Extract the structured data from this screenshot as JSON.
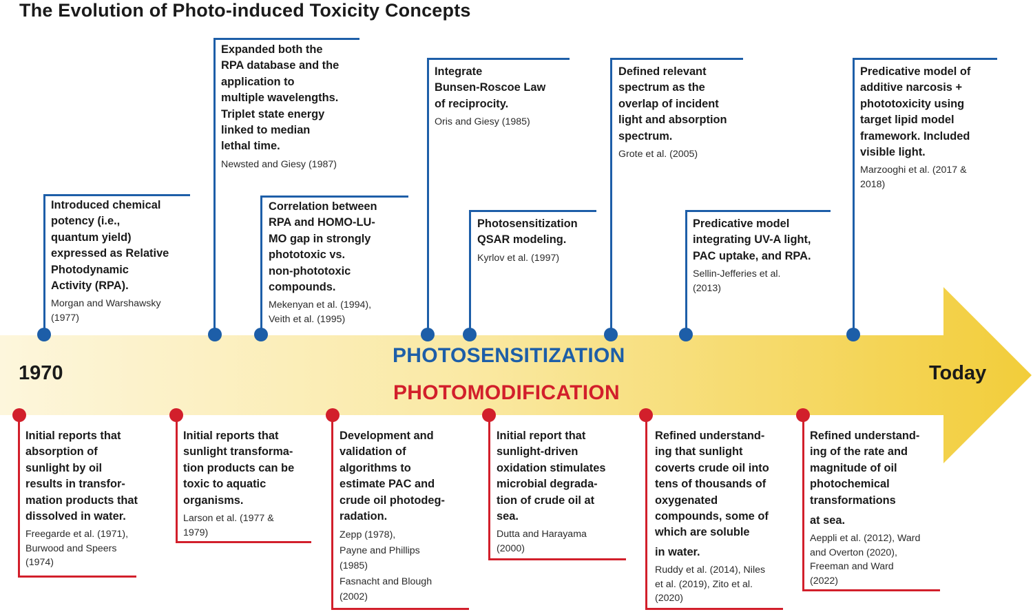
{
  "title": "The Evolution of Photo-induced Toxicity Concepts",
  "axis": {
    "start_label": "1970",
    "end_label": "Today",
    "photosensitization_label": "PHOTOSENSITIZATION",
    "photomodification_label": "PHOTOMODIFICATION"
  },
  "colors": {
    "photosensitization": "#1d5ea8",
    "photomodification": "#d21f2b",
    "arrow_light": "#fdf6dc",
    "arrow_dark": "#f2cd3a"
  },
  "photosensitization_events": [
    {
      "description": [
        "Introduced chemical",
        "potency (i.e.,",
        "quantum yield)",
        "expressed as Relative",
        "Photodynamic",
        "Activity (RPA)."
      ],
      "reference": [
        "Morgan and Warshawsky",
        "(1977)"
      ]
    },
    {
      "description": [
        "Expanded both the",
        "RPA database and the",
        "application to",
        "multiple wavelengths.",
        "Triplet state energy",
        "linked to median",
        "lethal time."
      ],
      "reference": [
        "Newsted and Giesy (1987)"
      ]
    },
    {
      "description": [
        "Correlation between",
        "RPA and HOMO-LU-",
        "MO gap in strongly",
        "phototoxic vs.",
        "non-phototoxic",
        "compounds."
      ],
      "reference": [
        "Mekenyan et al. (1994),",
        "Veith et al. (1995)"
      ]
    },
    {
      "description": [
        "Integrate",
        "Bunsen-Roscoe Law",
        "of reciprocity."
      ],
      "reference": [
        "Oris and Giesy (1985)"
      ]
    },
    {
      "description": [
        "Photosensitization",
        "QSAR modeling."
      ],
      "reference": [
        "Kyrlov et al. (1997)"
      ]
    },
    {
      "description": [
        "Defined relevant",
        "spectrum as the",
        "overlap of incident",
        "light and absorption",
        "spectrum."
      ],
      "reference": [
        "Grote et al. (2005)"
      ]
    },
    {
      "description": [
        "Predicative model",
        "integrating UV-A light,",
        "PAC uptake, and RPA."
      ],
      "reference": [
        "Sellin-Jefferies et al.",
        "(2013)"
      ]
    },
    {
      "description": [
        "Predicative model of",
        "additive narcosis +",
        "phototoxicity using",
        "target lipid model",
        "framework. Included",
        "visible light."
      ],
      "reference": [
        "Marzooghi et al. (2017 &",
        "2018)"
      ]
    }
  ],
  "photomodification_events": [
    {
      "description": [
        "Initial reports that",
        "absorption of",
        "sunlight by oil",
        "results in transfor-",
        "mation products that",
        "dissolved in water."
      ],
      "reference": [
        "Freegarde et al. (1971),",
        "Burwood and Speers",
        "(1974)"
      ]
    },
    {
      "description": [
        "Initial reports that",
        "sunlight transforma-",
        "tion products can be",
        "toxic to aquatic",
        "organisms."
      ],
      "reference": [
        "Larson et al. (1977 &",
        "1979)"
      ]
    },
    {
      "description": [
        "Development and",
        "validation of",
        "algorithms to",
        "estimate PAC and",
        "crude oil photodeg-",
        "radation."
      ],
      "reference": [
        "Zepp (1978),",
        "Payne and Phillips",
        "(1985)",
        "Fasnacht and Blough",
        "(2002)"
      ]
    },
    {
      "description": [
        "Initial report that",
        "sunlight-driven",
        "oxidation stimulates",
        "microbial degrada-",
        "tion of crude oil at",
        "sea."
      ],
      "reference": [
        "Dutta and Harayama",
        "(2000)"
      ]
    },
    {
      "description": [
        "Refined understand-",
        "ing that sunlight",
        "coverts crude oil into",
        "tens of thousands of",
        "oxygenated",
        "compounds, some of",
        "which are soluble",
        "in water."
      ],
      "reference": [
        "Ruddy et al. (2014), Niles",
        "et al. (2019), Zito et al.",
        "(2020)"
      ]
    },
    {
      "description": [
        "Refined understand-",
        "ing of the rate and",
        "magnitude of oil",
        "photochemical",
        "transformations",
        "at sea."
      ],
      "reference": [
        "Aeppli et al. (2012), Ward",
        "and Overton (2020),",
        "Freeman and Ward",
        "(2022)"
      ]
    }
  ]
}
